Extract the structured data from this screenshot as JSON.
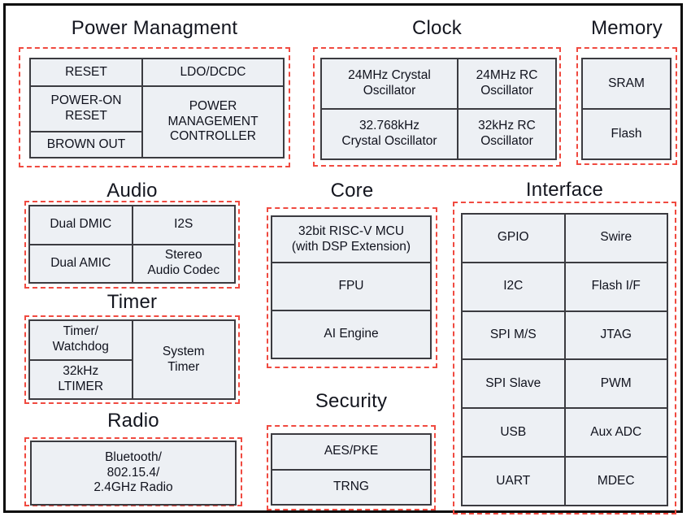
{
  "colors": {
    "group_dashed_border": "#f04a40",
    "cell_fill": "#edf0f4",
    "table_line": "#3b3b40",
    "text": "#10121d",
    "outer_frame": "#0b0b0b"
  },
  "sections": {
    "power": {
      "title": "Power Managment",
      "cells": {
        "reset": "RESET",
        "ldo": "LDO/DCDC",
        "por": "POWER-ON\nRESET",
        "pmc": "POWER\nMANAGEMENT\nCONTROLLER",
        "brown": "BROWN OUT"
      }
    },
    "clock": {
      "title": "Clock",
      "cells": {
        "xtal24m": "24MHz Crystal\nOscillator",
        "rc24m": "24MHz RC\nOscillator",
        "xtal32k": "32.768kHz\nCrystal Oscillator",
        "rc32k": "32kHz RC\nOscillator"
      }
    },
    "memory": {
      "title": "Memory",
      "cells": {
        "sram": "SRAM",
        "flash": "Flash"
      }
    },
    "audio": {
      "title": "Audio",
      "cells": {
        "dmic": "Dual DMIC",
        "i2s": "I2S",
        "amic": "Dual AMIC",
        "codec": "Stereo\nAudio Codec"
      }
    },
    "core": {
      "title": "Core",
      "cells": {
        "mcu": "32bit RISC-V MCU\n(with DSP Extension)",
        "fpu": "FPU",
        "ai": "AI Engine"
      }
    },
    "interface": {
      "title": "Interface",
      "cells": {
        "gpio": "GPIO",
        "swire": "Swire",
        "i2c": "I2C",
        "flashif": "Flash I/F",
        "spims": "SPI M/S",
        "jtag": "JTAG",
        "spislave": "SPI Slave",
        "pwm": "PWM",
        "usb": "USB",
        "auxadc": "Aux ADC",
        "uart": "UART",
        "mdec": "MDEC"
      }
    },
    "timer": {
      "title": "Timer",
      "cells": {
        "watchdog": "Timer/\nWatchdog",
        "ltimer": "32kHz\nLTIMER",
        "system": "System\nTimer"
      }
    },
    "radio": {
      "title": "Radio",
      "cells": {
        "bt": "Bluetooth/\n802.15.4/\n2.4GHz Radio"
      }
    },
    "security": {
      "title": "Security",
      "cells": {
        "aes": "AES/PKE",
        "trng": "TRNG"
      }
    }
  }
}
